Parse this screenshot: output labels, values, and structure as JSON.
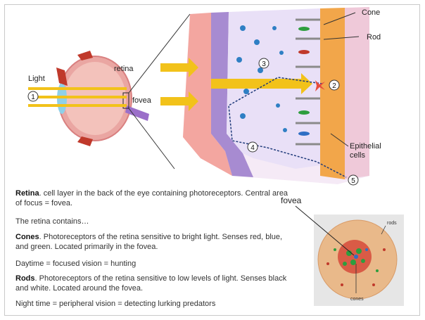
{
  "labels": {
    "light": "Light",
    "retina": "retina",
    "fovea": "fovea",
    "cone": "Cone",
    "rod": "Rod",
    "epithelial": "Epithelial",
    "cells": "cells",
    "inset_fovea": "fovea",
    "inset_rods": "rods",
    "inset_cones": "cones"
  },
  "markers": [
    "1",
    "2",
    "3",
    "4",
    "5"
  ],
  "paragraphs": [
    {
      "bold": "Retina",
      "text": ". cell layer in the back of the eye containing photoreceptors. Central area of focus = fovea."
    },
    {
      "bold": "",
      "text": "The retina contains…"
    },
    {
      "bold": "Cones",
      "text": ". Photoreceptors of the retina sensitive to bright light. Senses red, blue, and green. Located primarily in the fovea."
    },
    {
      "bold": "",
      "text": "Daytime = focused vision = hunting"
    },
    {
      "bold": "Rods",
      "text": ". Photoreceptors of the retina sensitive to low levels of light. Senses black and white. Located around the fovea."
    },
    {
      "bold": "",
      "text": "Night time = peripheral vision = detecting lurking predators"
    }
  ],
  "colors": {
    "light_ray": "#f2c21a",
    "eye_outer": "#e8a0a0",
    "retina_band": "#a78bd1",
    "epithelial": "#f2a64a",
    "neuron": "#2f7fc4"
  }
}
